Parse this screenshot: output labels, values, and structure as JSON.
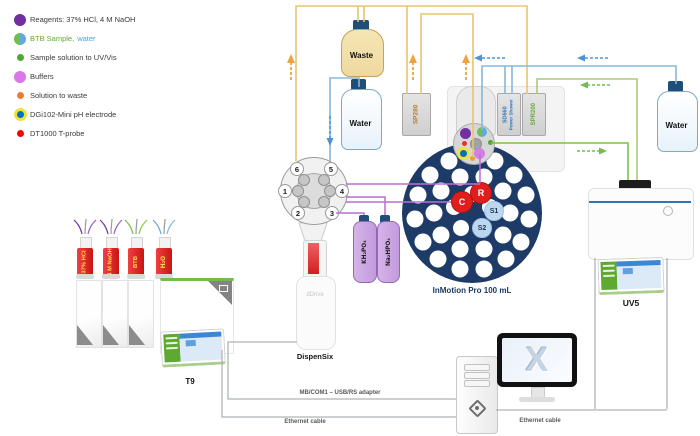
{
  "legend": {
    "items": [
      {
        "icon": "reagents-dot",
        "label": "Reagents: 37% HCl, 4 M NaOH"
      },
      {
        "icon": "btb-water-dot",
        "label": "BTB Sample,",
        "label2": "water"
      },
      {
        "icon": "uvvis-dot",
        "label": "Sample solution to UV/Vis"
      },
      {
        "icon": "buffers-dot",
        "label": "Buffers"
      },
      {
        "icon": "waste-dot",
        "label": "Solution to waste"
      },
      {
        "icon": "ph-electrode-dot",
        "label": "DGi102-Mini pH electrode"
      },
      {
        "icon": "tprobe-dot",
        "label": "DT1000 T-probe"
      }
    ]
  },
  "bottles": {
    "waste": "Waste",
    "water": "Water",
    "buffer1": "KH₂PO₄",
    "buffer2": "Na₂HPO₄",
    "reagent1": "37% HCl",
    "reagent2": "4 M NaOH",
    "reagent3": "BTB",
    "reagent4": "H₂O"
  },
  "pumps": {
    "sp280": "SP280",
    "sd660_line1": "SD660",
    "sd660_line2": "Power Shower",
    "spr200": "SPR200"
  },
  "autosampler": {
    "caption": "InMotion Pro 100 mL",
    "pos_c": "C",
    "pos_r": "R",
    "pos_s1": "S1",
    "pos_s2": "S2"
  },
  "valve": {
    "ports": [
      "1",
      "2",
      "3",
      "4",
      "5",
      "6"
    ]
  },
  "dispenser": {
    "caption": "DispenSix",
    "drive": "dDrive"
  },
  "titrator": {
    "caption": "T9"
  },
  "spectrophotometer": {
    "caption": "UV5"
  },
  "computer": {
    "logo": "X"
  },
  "cables": {
    "adapter": "MB/COM1 – USB/RS adapter",
    "ethernet_left": "Ethernet cable",
    "ethernet_right": "Ethernet cable"
  },
  "colors": {
    "waste_line": "#E5C570",
    "water_line": "#85B8DE",
    "water_arrow": "#4D94D6",
    "sample_to_uv_line": "#7CC142",
    "uv_return_line": "#AEC873",
    "buffer_line": "#BC6FD6",
    "waste_arrow": "#EDA33D",
    "cable_gray": "#ADB3B8",
    "rack_navy": "#1E3A66",
    "reagent_purple": "#7030A0",
    "btb_green": "#6FBF4D",
    "water_blue": "#63A9DC",
    "uvvis_green": "#4EA72E",
    "buffers_violet": "#D976E8",
    "waste_orange": "#ED7D31",
    "electrode_blue": "#0070C0",
    "electrode_ring_yellow": "#F2E13C",
    "tprobe_red": "#FF0000",
    "beaker_red": "#E01E1E",
    "sample_pos_blue": "#BDD7EE"
  }
}
